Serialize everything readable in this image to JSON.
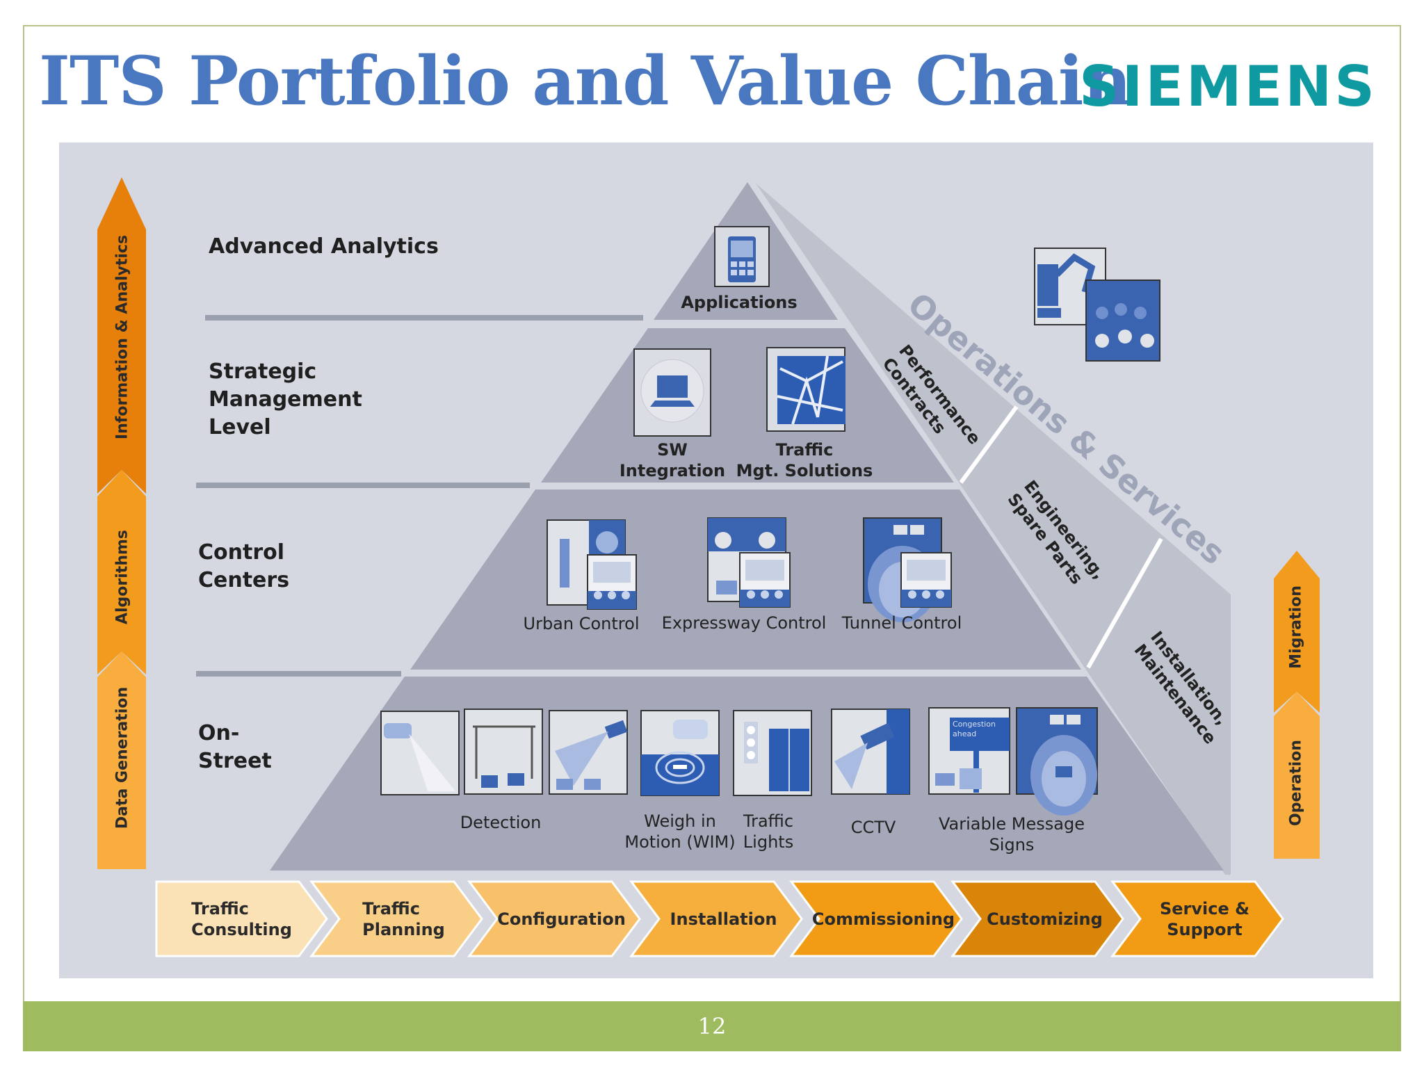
{
  "slide": {
    "title": "ITS Portfolio and Value Chain",
    "logo": "SIEMENS",
    "page_number": "12"
  },
  "levels": {
    "advanced": "Advanced Analytics",
    "strategic": [
      "Strategic",
      "Management",
      "Level"
    ],
    "control": [
      "Control",
      "Centers"
    ],
    "onstreet": [
      "On-",
      "Street"
    ]
  },
  "left_arrow": [
    "Information & Analytics",
    "Algorithms",
    "Data Generation"
  ],
  "right_arrow": [
    "Migration",
    "Operation"
  ],
  "pyramid": {
    "applications": "Applications",
    "sw_integration": [
      "SW",
      "Integration"
    ],
    "traffic_mgt": [
      "Traffic",
      "Mgt. Solutions"
    ],
    "urban": "Urban Control",
    "expressway": "Expressway Control",
    "tunnel": "Tunnel Control",
    "detection": "Detection",
    "wim": [
      "Weigh in",
      "Motion (WIM)"
    ],
    "lights": [
      "Traffic",
      "Lights"
    ],
    "cctv": "CCTV",
    "vms": [
      "Variable Message",
      "Signs"
    ],
    "vms_screen": [
      "Congestion",
      "ahead"
    ]
  },
  "services": {
    "heading": "Operations & Services",
    "performance": [
      "Performance",
      "Contracts"
    ],
    "engineering": [
      "Engineering,",
      "Spare Parts"
    ],
    "installation": [
      "Installation,",
      "Maintenance"
    ]
  },
  "value_chain": [
    {
      "label": [
        "Traffic",
        "Consulting"
      ],
      "color": "#fbe2b6"
    },
    {
      "label": [
        "Traffic",
        "Planning"
      ],
      "color": "#f9cf87"
    },
    {
      "label": [
        "Configuration"
      ],
      "color": "#f8c068"
    },
    {
      "label": [
        "Installation"
      ],
      "color": "#f6ae3c"
    },
    {
      "label": [
        "Commissioning"
      ],
      "color": "#f29b14"
    },
    {
      "label": [
        "Customizing"
      ],
      "color": "#d98509"
    },
    {
      "label": [
        "Service &",
        "Support"
      ],
      "color": "#f29b14"
    }
  ],
  "colors": {
    "title": "#4a78c0",
    "logo": "#0e9aa0",
    "footer": "#9ebb5f",
    "pyramid": "#a7abbb",
    "icon_blue": "#3a63b0"
  }
}
